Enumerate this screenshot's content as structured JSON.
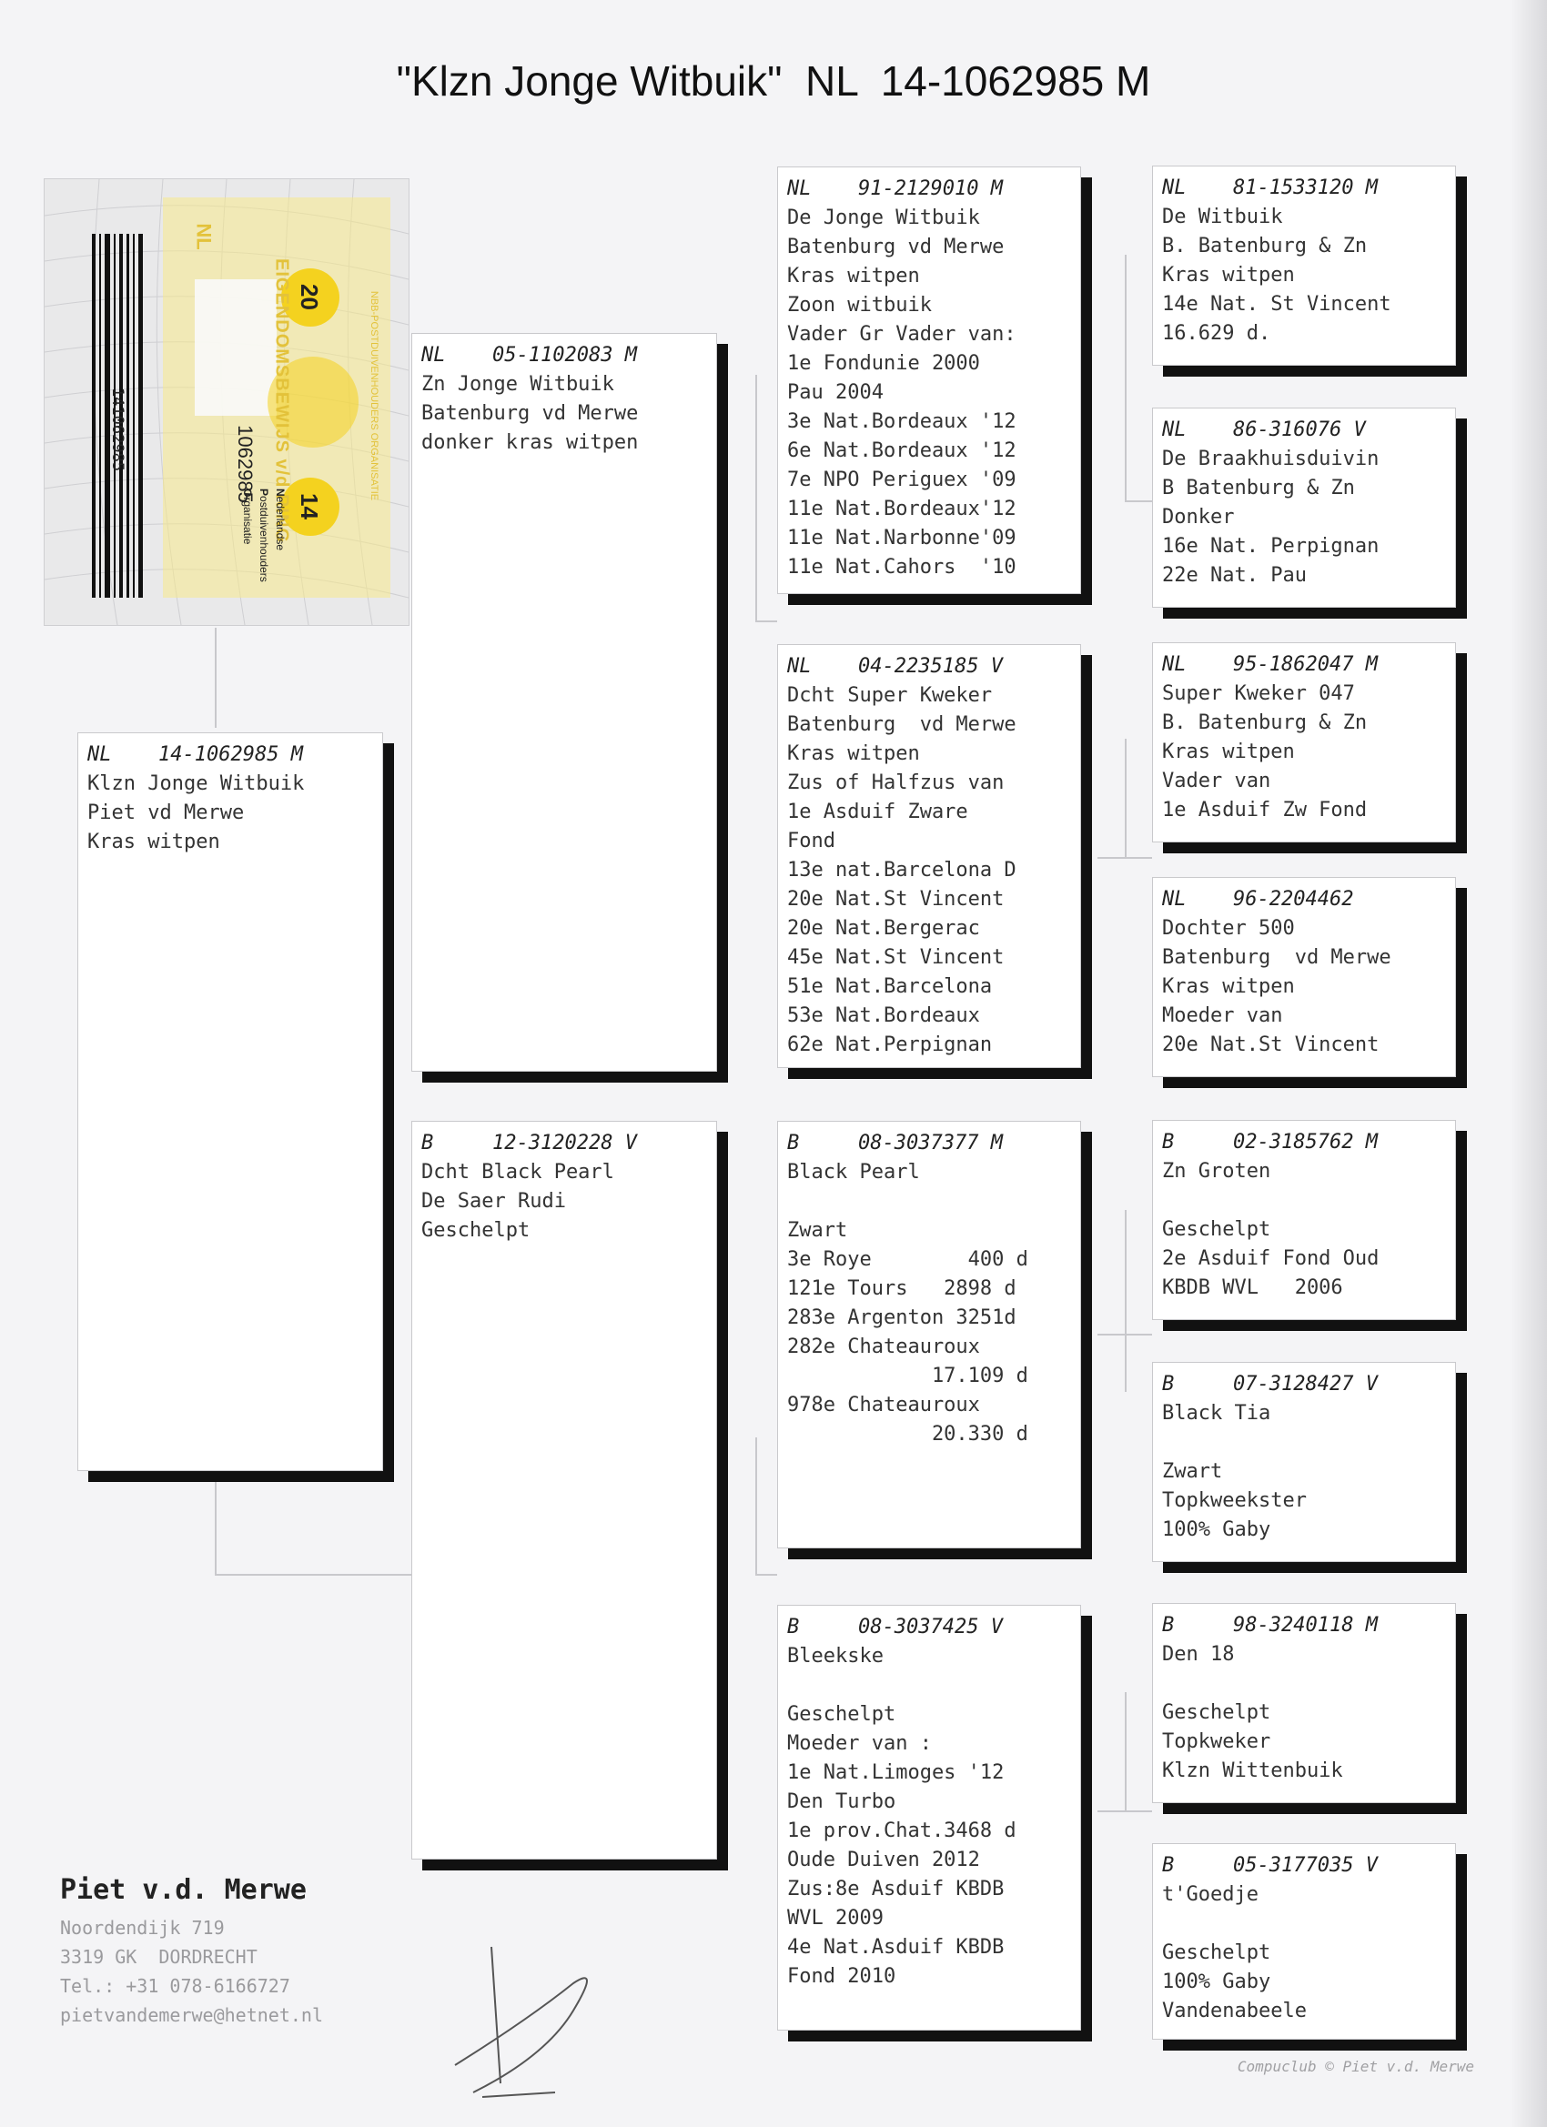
{
  "title": "\"Klzn Jonge Witbuik\"  NL  14-1062985 M",
  "ring_card": {
    "country": "NL",
    "year_left": "20",
    "year_right": "14",
    "ring_number": "1062985",
    "barcode_text": "141062985",
    "text_vertical": "EIGENDOMSBEWIJS v/d RING",
    "org_line": "NBB-POSTDUIVENHOUDERS ORGANISATIE",
    "letters": [
      "N",
      "P",
      "O"
    ],
    "words": [
      "ederlandse",
      "ostduivenhouders",
      "rganisatie"
    ]
  },
  "subject": {
    "country": "NL",
    "ring": "14-1062985 M",
    "lines": [
      "Klzn Jonge Witbuik",
      "Piet vd Merwe",
      "Kras witpen"
    ]
  },
  "father": {
    "country": "NL",
    "ring": "05-1102083 M",
    "lines": [
      "Zn Jonge Witbuik",
      "Batenburg vd Merwe",
      "donker kras witpen"
    ]
  },
  "mother": {
    "country": "B",
    "ring": "12-3120228 V",
    "lines": [
      "Dcht Black Pearl",
      "De Saer Rudi",
      "Geschelpt"
    ]
  },
  "ff": {
    "country": "NL",
    "ring": "91-2129010 M",
    "lines": [
      "De Jonge Witbuik",
      "Batenburg vd Merwe",
      "Kras witpen",
      "Zoon witbuik",
      "Vader Gr Vader van:",
      "1e Fondunie 2000",
      "Pau 2004",
      "3e Nat.Bordeaux '12",
      "6e Nat.Bordeaux '12",
      "7e NPO Periguex '09",
      "11e Nat.Bordeaux'12",
      "11e Nat.Narbonne'09",
      "11e Nat.Cahors  '10"
    ]
  },
  "fm": {
    "country": "NL",
    "ring": "04-2235185 V",
    "lines": [
      "Dcht Super Kweker",
      "Batenburg  vd Merwe",
      "Kras witpen",
      "Zus of Halfzus van",
      "1e Asduif Zware",
      "Fond",
      "13e nat.Barcelona D",
      "20e Nat.St Vincent",
      "20e Nat.Bergerac",
      "45e Nat.St Vincent",
      "51e Nat.Barcelona",
      "53e Nat.Bordeaux",
      "62e Nat.Perpignan"
    ]
  },
  "mf": {
    "country": "B",
    "ring": "08-3037377 M",
    "lines": [
      "Black Pearl",
      "",
      "Zwart",
      "3e Roye        400 d",
      "121e Tours   2898 d",
      "283e Argenton 3251d",
      "282e Chateauroux",
      "            17.109 d",
      "978e Chateauroux",
      "            20.330 d"
    ]
  },
  "mm": {
    "country": "B",
    "ring": "08-3037425 V",
    "lines": [
      "Bleekske",
      "",
      "Geschelpt",
      "Moeder van :",
      "1e Nat.Limoges '12",
      "Den Turbo",
      "1e prov.Chat.3468 d",
      "Oude Duiven 2012",
      "Zus:8e Asduif KBDB",
      "WVL 2009",
      "4e Nat.Asduif KBDB",
      "Fond 2010"
    ]
  },
  "fff": {
    "country": "NL",
    "ring": "81-1533120 M",
    "lines": [
      "De Witbuik",
      "B. Batenburg & Zn",
      "Kras witpen",
      "14e Nat. St Vincent",
      "16.629 d."
    ]
  },
  "ffm": {
    "country": "NL",
    "ring": "86-316076 V",
    "lines": [
      "De Braakhuisduivin",
      "B Batenburg & Zn",
      "Donker",
      "16e Nat. Perpignan",
      "22e Nat. Pau"
    ]
  },
  "fmf": {
    "country": "NL",
    "ring": "95-1862047 M",
    "lines": [
      "Super Kweker 047",
      "B. Batenburg & Zn",
      "Kras witpen",
      "Vader van",
      "1e Asduif Zw Fond"
    ]
  },
  "fmm": {
    "country": "NL",
    "ring": "96-2204462",
    "lines": [
      "Dochter 500",
      "Batenburg  vd Merwe",
      "Kras witpen",
      "Moeder van",
      "20e Nat.St Vincent"
    ]
  },
  "mff": {
    "country": "B",
    "ring": "02-3185762 M",
    "lines": [
      "Zn Groten",
      "",
      "Geschelpt",
      "2e Asduif Fond Oud",
      "KBDB WVL   2006"
    ]
  },
  "mfm": {
    "country": "B",
    "ring": "07-3128427 V",
    "lines": [
      "Black Tia",
      "",
      "Zwart",
      "Topkweekster",
      "100% Gaby"
    ]
  },
  "mmf": {
    "country": "B",
    "ring": "98-3240118 M",
    "lines": [
      "Den 18",
      "",
      "Geschelpt",
      "Topkweker",
      "Klzn Wittenbuik"
    ]
  },
  "mmm": {
    "country": "B",
    "ring": "05-3177035 V",
    "lines": [
      "t'Goedje",
      "",
      "Geschelpt",
      "100% Gaby",
      "Vandenabeele"
    ]
  },
  "owner": {
    "name": "Piet v.d. Merwe",
    "address": "Noordendijk 719",
    "city": "3319 GK  DORDRECHT",
    "phone": "Tel.: +31 078-6166727",
    "email": "pietvandemerwe@hetnet.nl"
  },
  "credit": "Compuclub © Piet v.d. Merwe"
}
